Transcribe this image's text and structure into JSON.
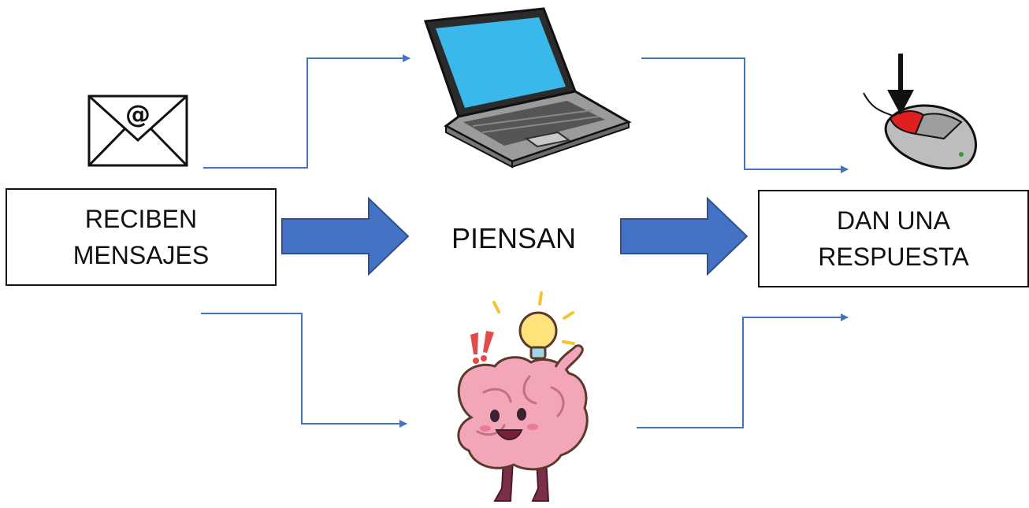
{
  "diagram": {
    "left_box": {
      "line1": "RECIBEN",
      "line2": "MENSAJES"
    },
    "center_label": "PIENSAN",
    "right_box": {
      "line1": "DAN UNA",
      "line2": "RESPUESTA"
    },
    "icons": {
      "input": "email-envelope-icon",
      "processor_top": "laptop-icon",
      "processor_bottom": "brain-lightbulb-icon",
      "output": "mouse-click-icon"
    },
    "colors": {
      "block_arrow": "#4472C4",
      "connector": "#4472C4",
      "text": "#111111",
      "brain": "#F2A6B8",
      "mouse_button": "#E02020",
      "laptop_screen": "#3AB8EA"
    }
  }
}
